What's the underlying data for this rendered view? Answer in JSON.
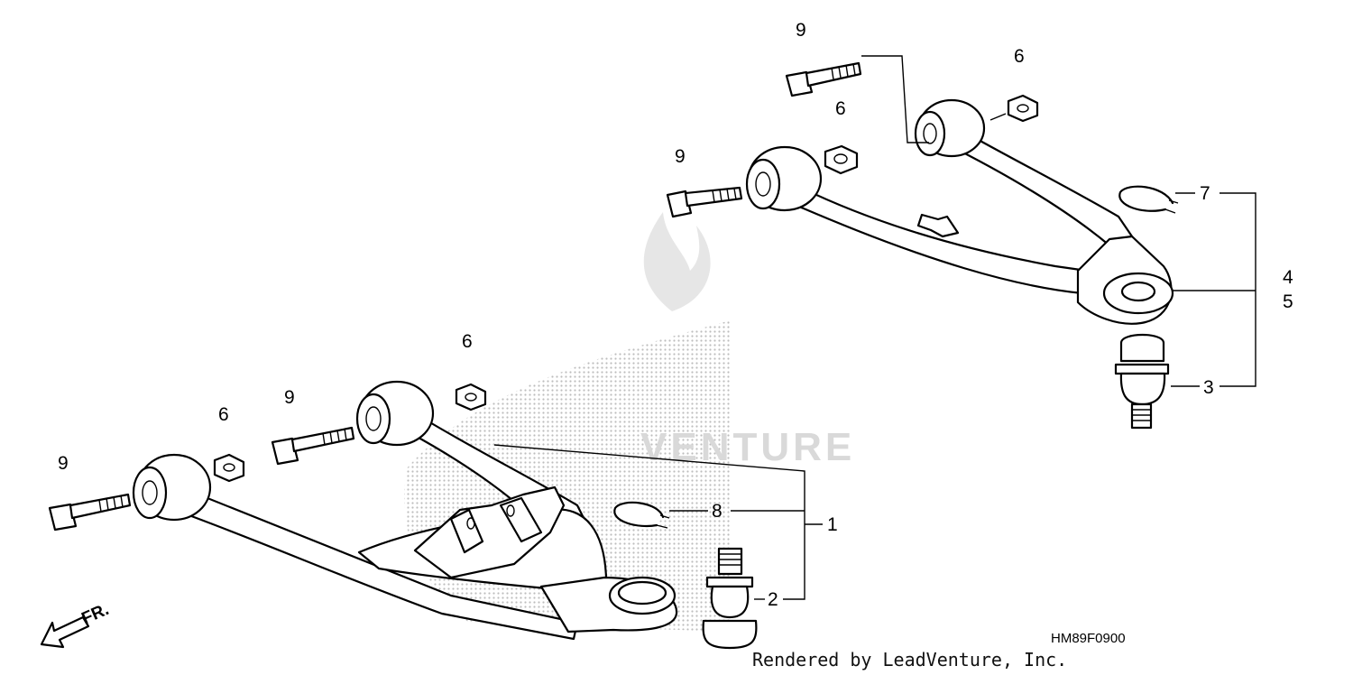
{
  "diagram_code": "HM89F0900",
  "credit": "Rendered by LeadVenture, Inc.",
  "front_label": "FR.",
  "watermark_text": "VENTURE",
  "callouts": {
    "c1": "1",
    "c2": "2",
    "c3": "3",
    "c4": "4",
    "c5": "5",
    "c6a": "6",
    "c6b": "6",
    "c6c": "6",
    "c6d": "6",
    "c7": "7",
    "c8": "8",
    "c9a": "9",
    "c9b": "9",
    "c9c": "9",
    "c9d": "9"
  },
  "colors": {
    "line": "#000000",
    "watermark": "#cfcfcf"
  }
}
